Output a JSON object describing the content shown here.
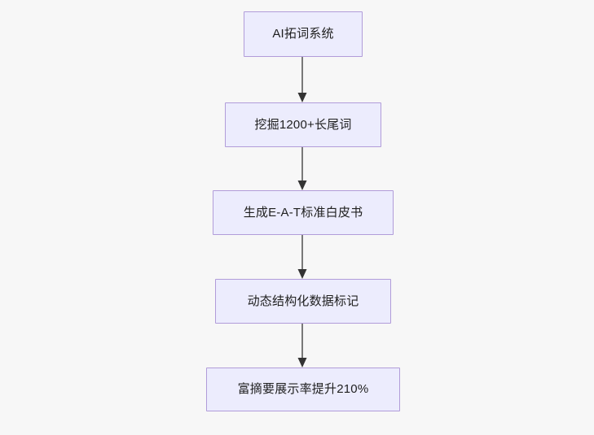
{
  "diagram": {
    "type": "flowchart",
    "orientation": "top-to-bottom",
    "background_color": "#f7f7f7",
    "node_fill_color": "#ececfd",
    "node_border_color": "#b19cd9",
    "node_text_color": "#1f1f1f",
    "edge_line_color": "#797979",
    "edge_arrow_color": "#333333",
    "nodes": [
      {
        "id": "n1",
        "label": "AI拓词系统"
      },
      {
        "id": "n2",
        "label": "挖掘1200+长尾词"
      },
      {
        "id": "n3",
        "label": "生成E-A-T标准白皮书"
      },
      {
        "id": "n4",
        "label": "动态结构化数据标记"
      },
      {
        "id": "n5",
        "label": "富摘要展示率提升210%"
      }
    ],
    "edges": [
      {
        "id": "e1",
        "from": "n1",
        "to": "n2",
        "label": ""
      },
      {
        "id": "e2",
        "from": "n2",
        "to": "n3",
        "label": ""
      },
      {
        "id": "e3",
        "from": "n3",
        "to": "n4",
        "label": ""
      },
      {
        "id": "e4",
        "from": "n4",
        "to": "n5",
        "label": ""
      }
    ]
  }
}
